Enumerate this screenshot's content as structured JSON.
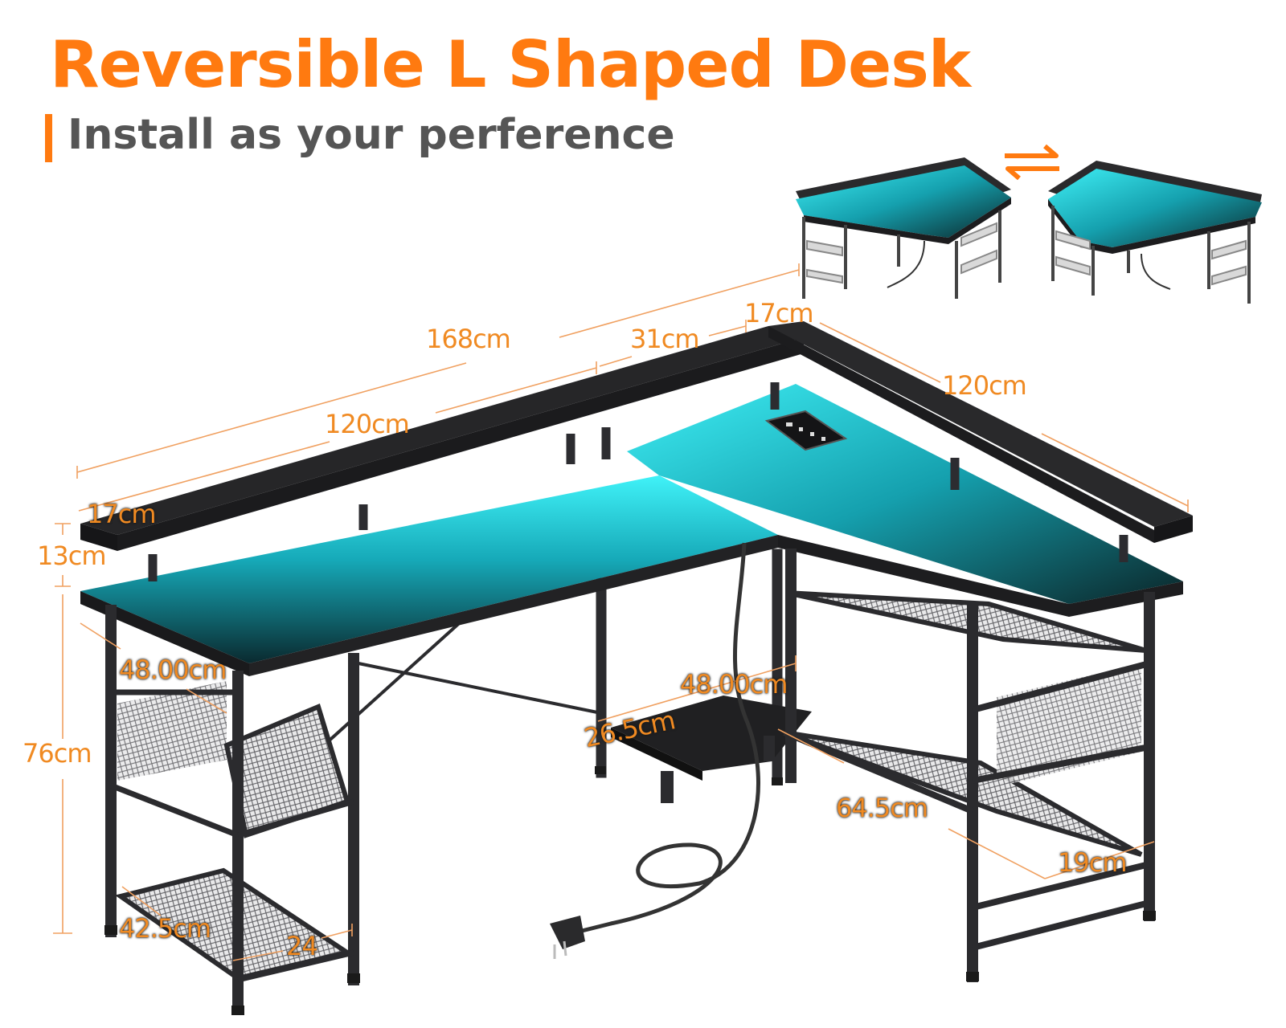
{
  "title": "Reversible L Shaped Desk",
  "subtitle": "Install as your perference",
  "colors": {
    "accent": "#ff7a10",
    "dimension": "#f08a22",
    "led": "#2fd6e4",
    "desk": "#1c1c1e",
    "subtitle": "#555555"
  },
  "icons": {
    "swap": "swap-arrows-icon",
    "plug": "power-plug-icon",
    "socket": "power-socket-icon"
  },
  "dimensions": {
    "total_width": "168cm",
    "left_top_width": "120cm",
    "corner_depth": "31cm",
    "right_shelf_depth": "17cm",
    "right_length": "120cm",
    "left_shelf_depth": "17cm",
    "shelf_height": "13cm",
    "desk_height": "76cm",
    "left_leg_depth": "48.00cm",
    "right_leg_depth": "48.00cm",
    "host_stand_width": "26.5cm",
    "right_shelf_width": "64.5cm",
    "right_shelf_side": "19cm",
    "left_shelf_width": "42.5cm",
    "left_shelf_side": "24"
  }
}
